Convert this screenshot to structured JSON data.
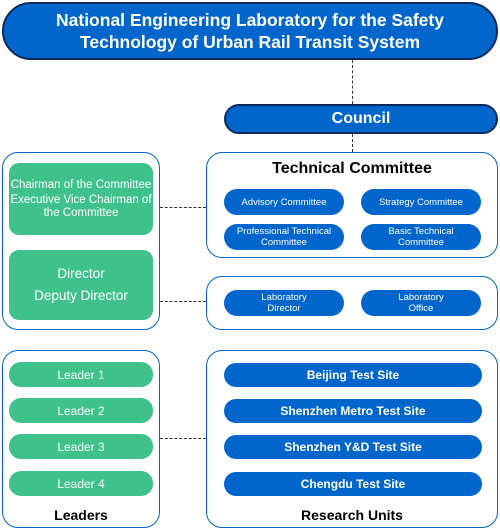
{
  "title": {
    "line1": "National Engineering Laboratory for the Safety",
    "line2": "Technology of Urban Rail Transit System"
  },
  "council": "Council",
  "technical_committee": {
    "heading": "Technical Committee",
    "items": [
      "Advisory Committee",
      "Strategy Committee",
      "Professional Technical Committee",
      "Basic Technical Committee"
    ]
  },
  "chairman_box": {
    "line1": "Chairman of the Committee",
    "line2": "Executive Vice Chairman of the Committee"
  },
  "director_box": {
    "line1": "Director",
    "line2": "Deputy Director"
  },
  "lab_units": [
    "Laboratory Director",
    "Laboratory Office"
  ],
  "leaders": {
    "heading": "Leaders",
    "items": [
      "Leader 1",
      "Leader 2",
      "Leader 3",
      "Leader 4"
    ]
  },
  "research_units": {
    "heading": "Research Units",
    "items": [
      "Beijing Test Site",
      "Shenzhen Metro Test Site",
      "Shenzhen Y&D Test Site",
      "Chengdu Test Site"
    ]
  },
  "colors": {
    "primary_blue": "#0066cc",
    "green": "#3fc18c",
    "border_dark": "#0a2a5c"
  }
}
